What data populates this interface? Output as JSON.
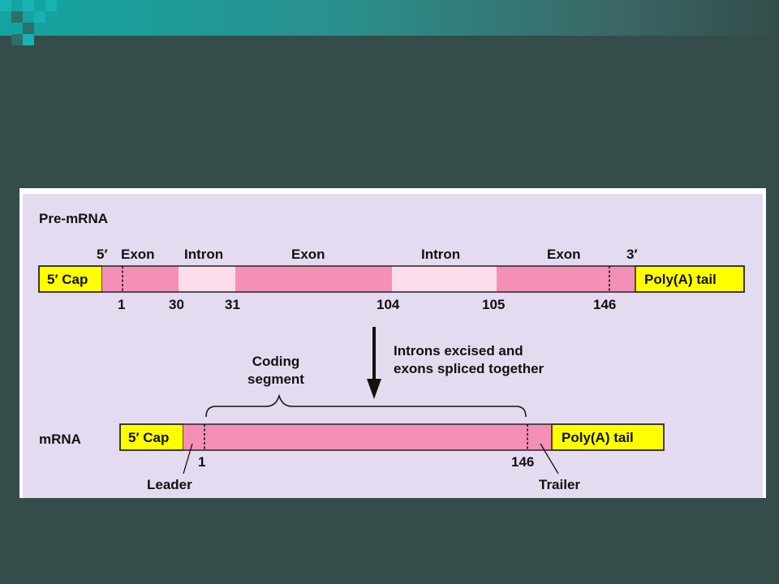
{
  "colors": {
    "background": "#344d4a",
    "accent_band": "#12a5a3",
    "panel": "#e4dbf0",
    "cap_tail": "#ffff00",
    "exon": "#f48fb8",
    "intron": "#fcdcec"
  },
  "pre_mrna": {
    "label": "Pre-mRNA",
    "five_prime": "5′",
    "three_prime": "3′",
    "cap": "5′ Cap",
    "tail": "Poly(A) tail",
    "segments": [
      {
        "kind": "exon",
        "label": "Exon"
      },
      {
        "kind": "intron",
        "label": "Intron"
      },
      {
        "kind": "exon",
        "label": "Exon"
      },
      {
        "kind": "intron",
        "label": "Intron"
      },
      {
        "kind": "exon",
        "label": "Exon"
      }
    ],
    "positions": [
      "1",
      "30",
      "31",
      "104",
      "105",
      "146"
    ]
  },
  "process": {
    "line1": "Introns excised and",
    "line2": "exons spliced together"
  },
  "coding_segment": {
    "line1": "Coding",
    "line2": "segment"
  },
  "mrna": {
    "label": "mRNA",
    "cap": "5′ Cap",
    "tail": "Poly(A) tail",
    "start": "1",
    "end": "146",
    "leader": "Leader",
    "trailer": "Trailer"
  }
}
